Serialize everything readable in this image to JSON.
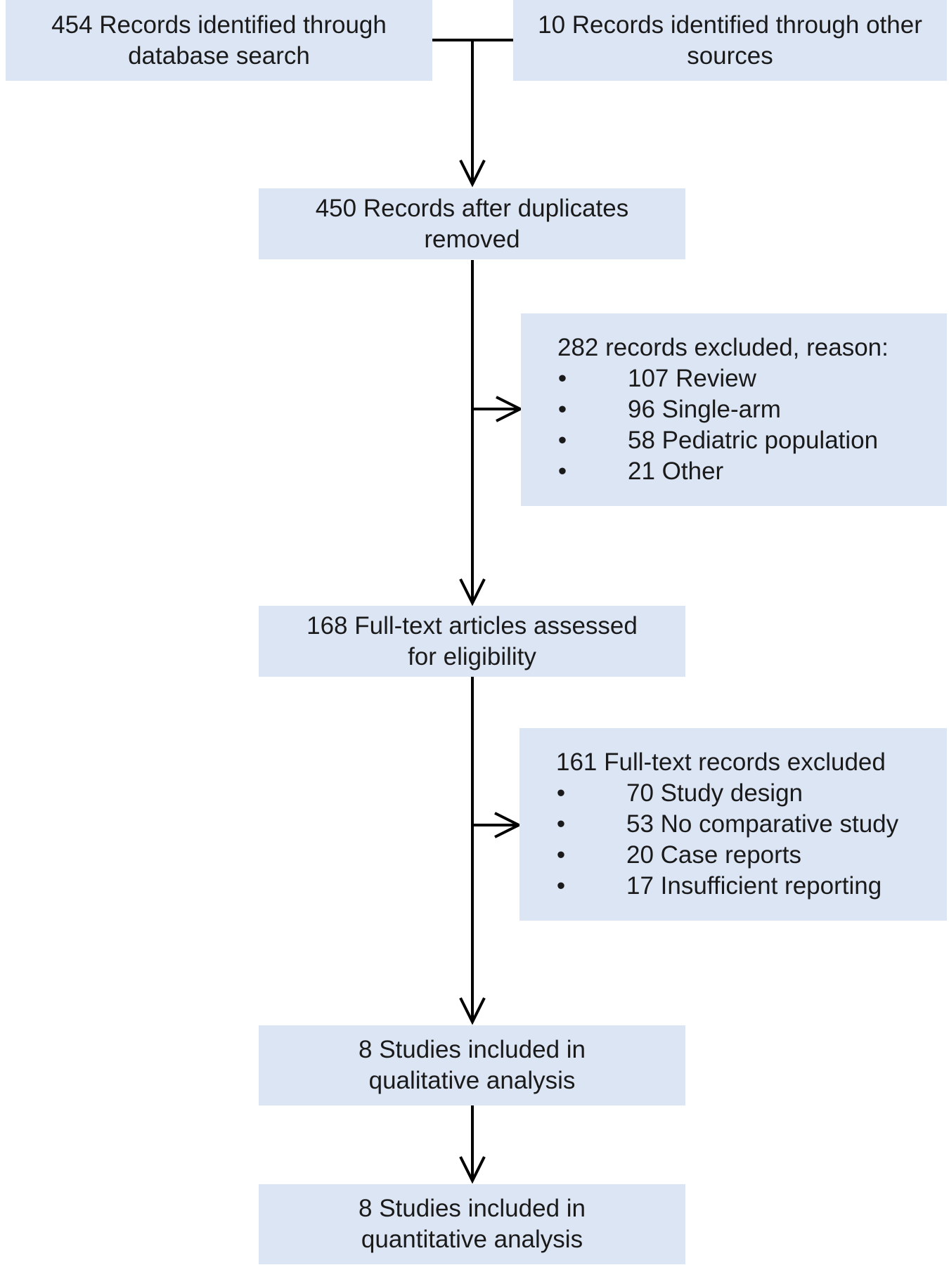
{
  "flowchart": {
    "boxes": {
      "database_search": {
        "lines": [
          "454 Records identified through",
          "database search"
        ]
      },
      "other_sources": {
        "lines": [
          "10 Records identified through other",
          "sources"
        ]
      },
      "after_duplicates": {
        "lines": [
          "450 Records after duplicates",
          "removed"
        ]
      },
      "records_excluded": {
        "title": "282 records excluded, reason:",
        "items": [
          {
            "bullet": "•",
            "text": "107 Review"
          },
          {
            "bullet": "•",
            "text": "96 Single-arm"
          },
          {
            "bullet": "•",
            "text": "58 Pediatric population"
          },
          {
            "bullet": "•",
            "text": "21 Other"
          }
        ]
      },
      "full_text_assessed": {
        "lines": [
          "168 Full-text articles assessed",
          "for eligibility"
        ]
      },
      "full_text_excluded": {
        "title": "161 Full-text records excluded",
        "items": [
          {
            "bullet": "•",
            "text": "70 Study design"
          },
          {
            "bullet": "•",
            "text": "53 No comparative study"
          },
          {
            "bullet": "•",
            "text": "20 Case reports"
          },
          {
            "bullet": "•",
            "text": "17 Insufficient reporting"
          }
        ]
      },
      "qualitative": {
        "lines": [
          "8 Studies included in",
          "qualitative analysis"
        ]
      },
      "quantitative": {
        "lines": [
          "8 Studies included in",
          "quantitative analysis"
        ]
      }
    },
    "colors": {
      "box_fill": "#dce5f4",
      "line": "#000000"
    }
  }
}
